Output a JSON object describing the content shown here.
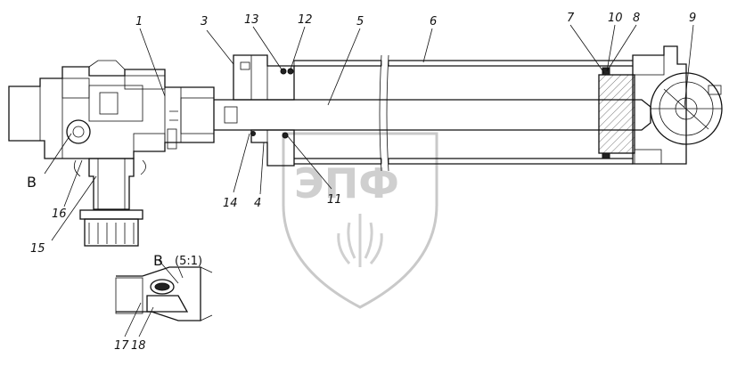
{
  "diagram": {
    "callouts": [
      "1",
      "3",
      "13",
      "12",
      "5",
      "6",
      "7",
      "10",
      "8",
      "9",
      "14",
      "4",
      "11",
      "16",
      "15",
      "17",
      "18"
    ],
    "detail_marker": "B",
    "detail_title": "B",
    "detail_scale": "(5:1)",
    "watermark_text": "ЭПФ"
  }
}
